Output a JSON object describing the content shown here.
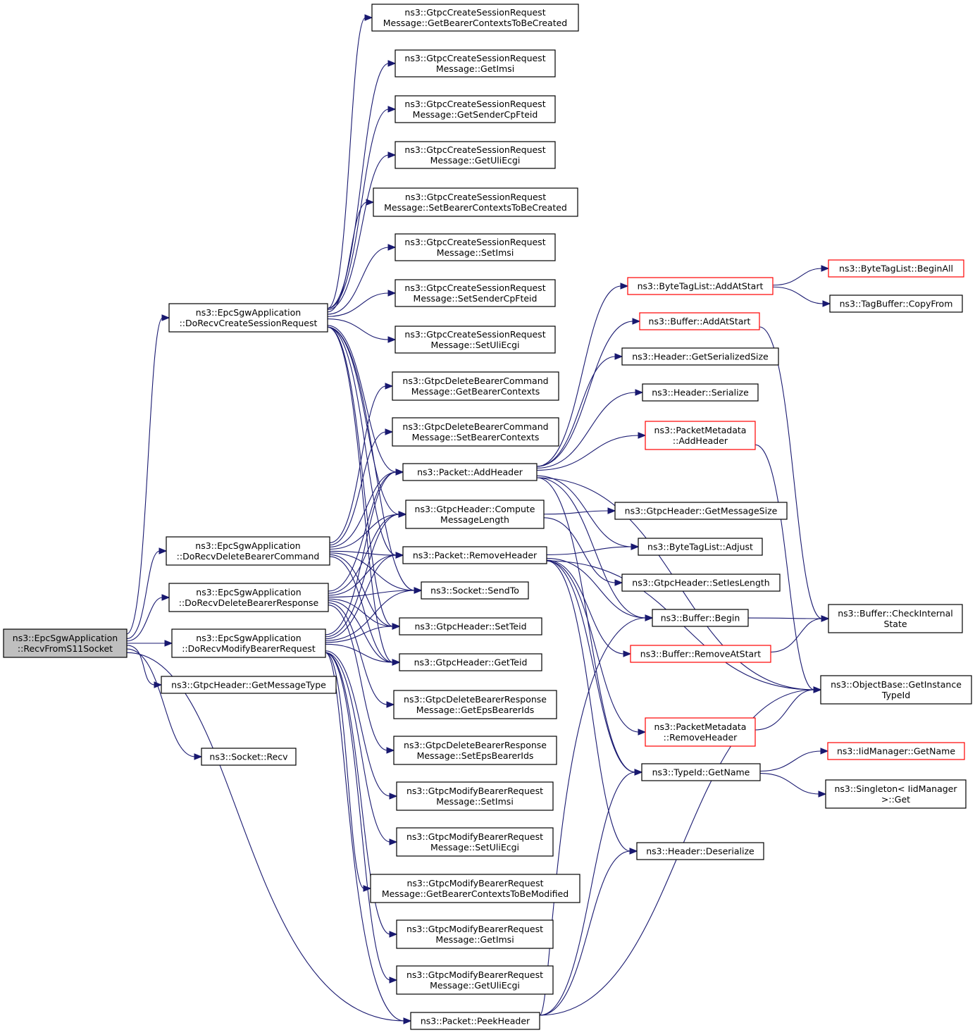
{
  "colors": {
    "edge": "#191970",
    "normal_border": "#000000",
    "incomplete_border": "#ff0000",
    "root_fill": "#bfbfbf"
  },
  "nodes": [
    {
      "id": "root",
      "lines": [
        "ns3::EpcSgwApplication",
        "::RecvFromS11Socket"
      ],
      "style": "root"
    },
    {
      "id": "dcsr",
      "lines": [
        "ns3::EpcSgwApplication",
        "::DoRecvCreateSessionRequest"
      ],
      "style": "normal"
    },
    {
      "id": "ddbc",
      "lines": [
        "ns3::EpcSgwApplication",
        "::DoRecvDeleteBearerCommand"
      ],
      "style": "normal"
    },
    {
      "id": "ddbr",
      "lines": [
        "ns3::EpcSgwApplication",
        "::DoRecvDeleteBearerResponse"
      ],
      "style": "normal"
    },
    {
      "id": "dmbr",
      "lines": [
        "ns3::EpcSgwApplication",
        "::DoRecvModifyBearerRequest"
      ],
      "style": "normal"
    },
    {
      "id": "gmt",
      "lines": [
        "ns3::GtpcHeader::GetMessageType"
      ],
      "style": "normal"
    },
    {
      "id": "srecv",
      "lines": [
        "ns3::Socket::Recv"
      ],
      "style": "normal"
    },
    {
      "id": "c1",
      "lines": [
        "ns3::GtpcCreateSessionRequest",
        "Message::GetBearerContextsToBeCreated"
      ],
      "style": "normal"
    },
    {
      "id": "c2",
      "lines": [
        "ns3::GtpcCreateSessionRequest",
        "Message::GetImsi"
      ],
      "style": "normal"
    },
    {
      "id": "c3",
      "lines": [
        "ns3::GtpcCreateSessionRequest",
        "Message::GetSenderCpFteid"
      ],
      "style": "normal"
    },
    {
      "id": "c4",
      "lines": [
        "ns3::GtpcCreateSessionRequest",
        "Message::GetUliEcgi"
      ],
      "style": "normal"
    },
    {
      "id": "c5",
      "lines": [
        "ns3::GtpcCreateSessionRequest",
        "Message::SetBearerContextsToBeCreated"
      ],
      "style": "normal"
    },
    {
      "id": "c6",
      "lines": [
        "ns3::GtpcCreateSessionRequest",
        "Message::SetImsi"
      ],
      "style": "normal"
    },
    {
      "id": "c7",
      "lines": [
        "ns3::GtpcCreateSessionRequest",
        "Message::SetSenderCpFteid"
      ],
      "style": "normal"
    },
    {
      "id": "c8",
      "lines": [
        "ns3::GtpcCreateSessionRequest",
        "Message::SetUliEcgi"
      ],
      "style": "normal"
    },
    {
      "id": "d1",
      "lines": [
        "ns3::GtpcDeleteBearerCommand",
        "Message::GetBearerContexts"
      ],
      "style": "normal"
    },
    {
      "id": "d2",
      "lines": [
        "ns3::GtpcDeleteBearerCommand",
        "Message::SetBearerContexts"
      ],
      "style": "normal"
    },
    {
      "id": "pah",
      "lines": [
        "ns3::Packet::AddHeader"
      ],
      "style": "normal"
    },
    {
      "id": "gcml",
      "lines": [
        "ns3::GtpcHeader::Compute",
        "MessageLength"
      ],
      "style": "normal"
    },
    {
      "id": "prh",
      "lines": [
        "ns3::Packet::RemoveHeader"
      ],
      "style": "normal"
    },
    {
      "id": "sst",
      "lines": [
        "ns3::Socket::SendTo"
      ],
      "style": "normal"
    },
    {
      "id": "gst",
      "lines": [
        "ns3::GtpcHeader::SetTeid"
      ],
      "style": "normal"
    },
    {
      "id": "ggt",
      "lines": [
        "ns3::GtpcHeader::GetTeid"
      ],
      "style": "normal"
    },
    {
      "id": "r1",
      "lines": [
        "ns3::GtpcDeleteBearerResponse",
        "Message::GetEpsBearerIds"
      ],
      "style": "normal"
    },
    {
      "id": "r2",
      "lines": [
        "ns3::GtpcDeleteBearerResponse",
        "Message::SetEpsBearerIds"
      ],
      "style": "normal"
    },
    {
      "id": "m1",
      "lines": [
        "ns3::GtpcModifyBearerRequest",
        "Message::SetImsi"
      ],
      "style": "normal"
    },
    {
      "id": "m2",
      "lines": [
        "ns3::GtpcModifyBearerRequest",
        "Message::SetUliEcgi"
      ],
      "style": "normal"
    },
    {
      "id": "m3",
      "lines": [
        "ns3::GtpcModifyBearerRequest",
        "Message::GetBearerContextsToBeModified"
      ],
      "style": "normal"
    },
    {
      "id": "m4",
      "lines": [
        "ns3::GtpcModifyBearerRequest",
        "Message::GetImsi"
      ],
      "style": "normal"
    },
    {
      "id": "m5",
      "lines": [
        "ns3::GtpcModifyBearerRequest",
        "Message::GetUliEcgi"
      ],
      "style": "normal"
    },
    {
      "id": "pph",
      "lines": [
        "ns3::Packet::PeekHeader"
      ],
      "style": "normal"
    },
    {
      "id": "btaas",
      "lines": [
        "ns3::ByteTagList::AddAtStart"
      ],
      "style": "red"
    },
    {
      "id": "baas",
      "lines": [
        "ns3::Buffer::AddAtStart"
      ],
      "style": "red"
    },
    {
      "id": "hgss",
      "lines": [
        "ns3::Header::GetSerializedSize"
      ],
      "style": "normal"
    },
    {
      "id": "hser",
      "lines": [
        "ns3::Header::Serialize"
      ],
      "style": "normal"
    },
    {
      "id": "pmah",
      "lines": [
        "ns3::PacketMetadata",
        "::AddHeader"
      ],
      "style": "red"
    },
    {
      "id": "ggms",
      "lines": [
        "ns3::GtpcHeader::GetMessageSize"
      ],
      "style": "normal"
    },
    {
      "id": "btadj",
      "lines": [
        "ns3::ByteTagList::Adjust"
      ],
      "style": "normal"
    },
    {
      "id": "gsil",
      "lines": [
        "ns3::GtpcHeader::SetIesLength"
      ],
      "style": "normal"
    },
    {
      "id": "bbeg",
      "lines": [
        "ns3::Buffer::Begin"
      ],
      "style": "normal"
    },
    {
      "id": "bras",
      "lines": [
        "ns3::Buffer::RemoveAtStart"
      ],
      "style": "red"
    },
    {
      "id": "pmrh",
      "lines": [
        "ns3::PacketMetadata",
        "::RemoveHeader"
      ],
      "style": "red"
    },
    {
      "id": "tgn",
      "lines": [
        "ns3::TypeId::GetName"
      ],
      "style": "normal"
    },
    {
      "id": "hdes",
      "lines": [
        "ns3::Header::Deserialize"
      ],
      "style": "normal"
    },
    {
      "id": "btba",
      "lines": [
        "ns3::ByteTagList::BeginAll"
      ],
      "style": "red"
    },
    {
      "id": "tbcf",
      "lines": [
        "ns3::TagBuffer::CopyFrom"
      ],
      "style": "normal"
    },
    {
      "id": "bcis",
      "lines": [
        "ns3::Buffer::CheckInternal",
        "State"
      ],
      "style": "normal"
    },
    {
      "id": "obgit",
      "lines": [
        "ns3::ObjectBase::GetInstance",
        "TypeId"
      ],
      "style": "normal"
    },
    {
      "id": "imgn",
      "lines": [
        "ns3::IidManager::GetName"
      ],
      "style": "red"
    },
    {
      "id": "sig",
      "lines": [
        "ns3::Singleton< IidManager",
        ">::Get"
      ],
      "style": "normal"
    }
  ]
}
